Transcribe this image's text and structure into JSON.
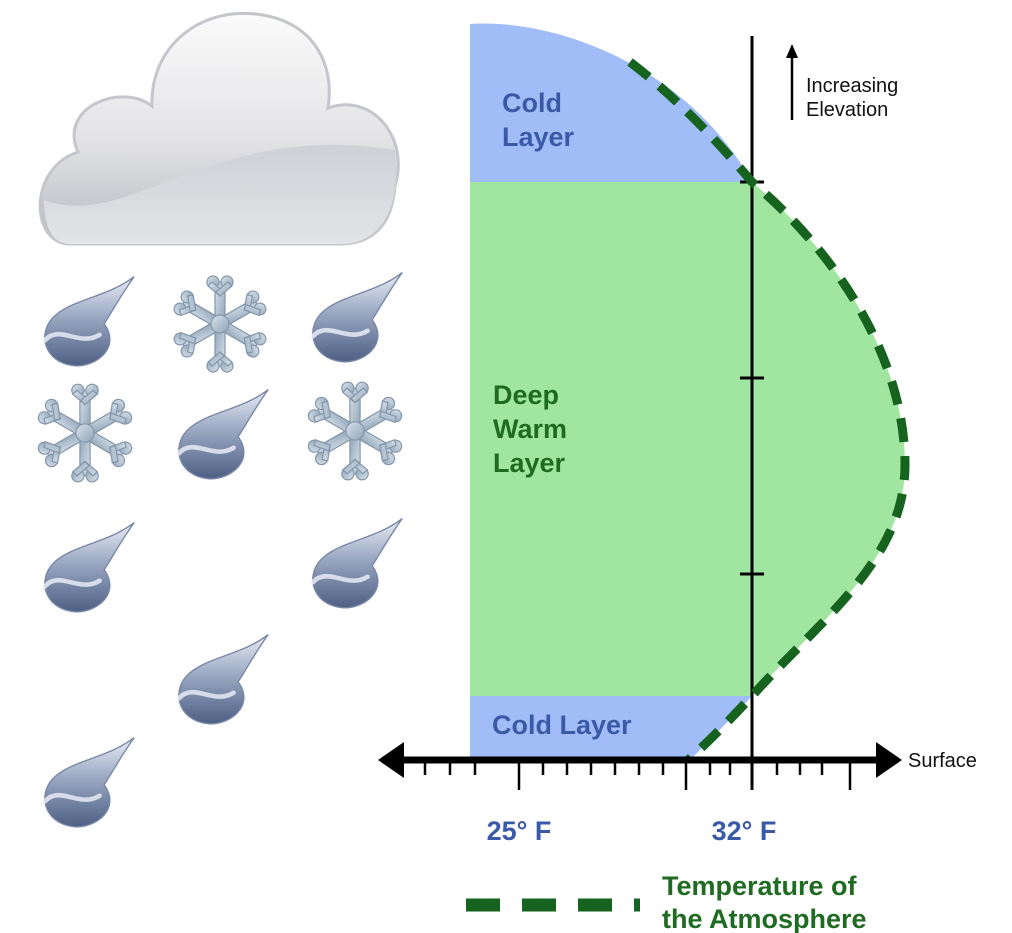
{
  "labels": {
    "cold_layer_top": [
      "Cold",
      "Layer"
    ],
    "warm_layer": [
      "Deep",
      "Warm",
      "Layer"
    ],
    "cold_layer_bottom": "Cold Layer",
    "elevation": [
      "Increasing",
      "Elevation"
    ],
    "surface": "Surface",
    "tick_25": "25° F",
    "tick_32": "32° F",
    "legend": [
      "Temperature of",
      "the Atmosphere"
    ]
  },
  "colors": {
    "cold": "#a1bdf7",
    "warm": "#a0e6a0",
    "dash": "#16621f",
    "axis": "#000000",
    "blue_text": "#3a5aa8",
    "green_text": "#1f6b22"
  },
  "icons": {
    "cloud": "cloud-icon",
    "raindrop": "raindrop-icon",
    "snowflake": "snowflake-icon"
  }
}
